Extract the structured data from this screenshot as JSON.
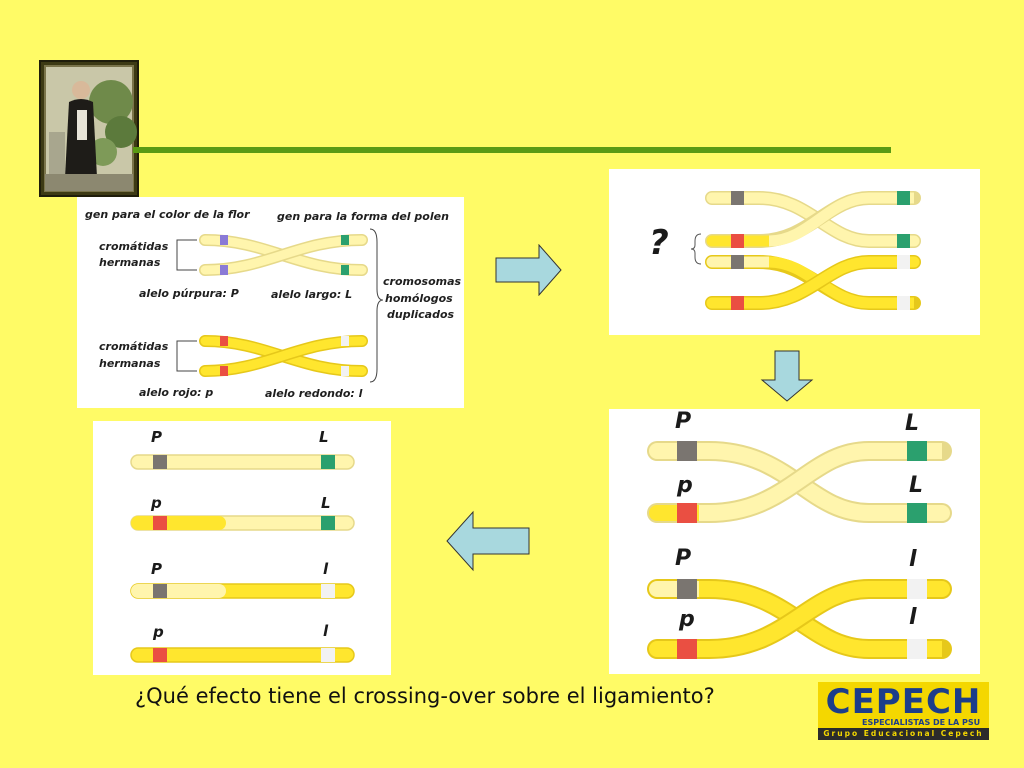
{
  "panel1": {
    "gene_color": "gen para el color de la flor",
    "gene_form": "gen para la forma del polen",
    "sister1_a": "cromátidas",
    "sister1_b": "hermanas",
    "allele_purple": "alelo púrpura: P",
    "allele_long": "alelo largo: L",
    "homolog_a": "cromosomas",
    "homolog_b": "homólogos",
    "homolog_c": "duplicados",
    "sister2_a": "cromátidas",
    "sister2_b": "hermanas",
    "allele_red": "alelo rojo: p",
    "allele_round": "alelo redondo: l"
  },
  "panel2": {
    "question_mark": "?"
  },
  "panel3": {
    "c1_left": "P",
    "c1_right": "L",
    "c2_left": "p",
    "c2_right": "L",
    "c3_left": "P",
    "c3_right": "l",
    "c4_left": "p",
    "c4_right": "l"
  },
  "panel4": {
    "c1_left": "P",
    "c1_right": "L",
    "c2_left": "p",
    "c2_right": "L",
    "c3_left": "P",
    "c3_right": "l",
    "c4_left": "p",
    "c4_right": "l"
  },
  "question": "¿Qué efecto tiene el crossing-over sobre el ligamiento?",
  "logo": {
    "word": "CEPECH",
    "tagline": "ESPECIALISTAS DE LA PSU",
    "group": "Grupo Educacional Cepech"
  },
  "colors": {
    "background": "#fffb66",
    "rule": "#5a9a14",
    "chromosome_pale": "#fff3a6",
    "chromosome_dark": "#ffe62e",
    "allele_purple": "#8a7ad6",
    "allele_green": "#2ba06e",
    "allele_red": "#ea4f42",
    "allele_gray": "#7a7570",
    "allele_white": "#f2f2f2",
    "arrow": "#a8d8de"
  }
}
